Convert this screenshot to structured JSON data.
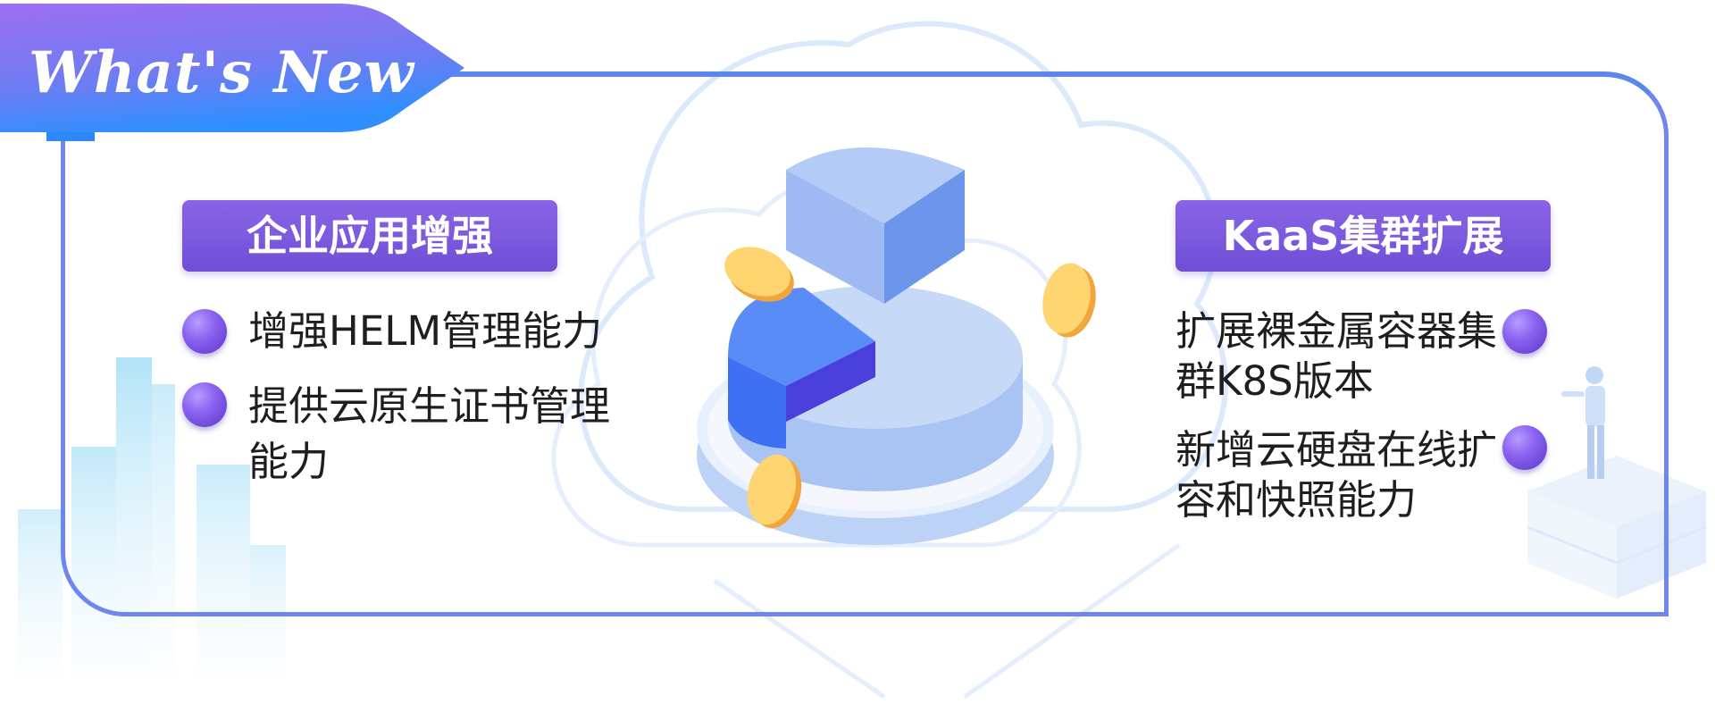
{
  "title": "What's New",
  "left_section": {
    "heading": "企业应用增强",
    "items": [
      {
        "line1": "增强HELM管理能力",
        "line2": ""
      },
      {
        "line1": "提供云原生证书管理",
        "line2": "能力"
      }
    ]
  },
  "right_section": {
    "heading": "KaaS集群扩展",
    "items": [
      {
        "line1": "扩展裸金属容器集",
        "line2": "群K8S版本"
      },
      {
        "line1": "新增云硬盘在线扩",
        "line2": "容和快照能力"
      }
    ]
  },
  "colors": {
    "frame": "#6f86ee",
    "pill": "#7a55dc",
    "banner_top": "#9a6ff0",
    "banner_bottom": "#3f8dff",
    "chart_blue": "#3d6ff6",
    "coin": "#ffd36e"
  },
  "icons": [
    "pie-chart-illustration",
    "coin-icon",
    "cloud-outline",
    "city-buildings",
    "person-on-server"
  ]
}
